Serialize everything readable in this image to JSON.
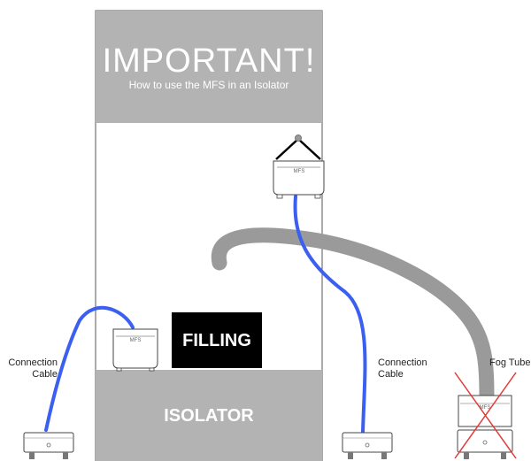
{
  "header": {
    "title": "IMPORTANT!",
    "subtitle": "How to use the MFS in an Isolator"
  },
  "labels": {
    "filling": "FILLING",
    "isolator": "ISOLATOR",
    "connection_cable_left": [
      "Connection",
      "Cable"
    ],
    "connection_cable_right": [
      "Connection",
      "Cable"
    ],
    "fog_tube": "Fog Tube",
    "device_badge": "MFS"
  },
  "colors": {
    "panel_gray": "#b3b3b3",
    "cable_blue": "#3b5ff0",
    "tube_gray": "#9a9a9a",
    "cross_red": "#e03a3a",
    "filling_bg": "#000000"
  }
}
